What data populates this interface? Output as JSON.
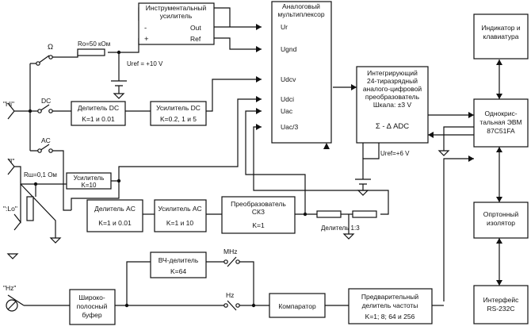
{
  "blocks": {
    "instr_amp": {
      "title1": "Инструментальный",
      "title2": "усилитель",
      "minus": "-",
      "plus": "+",
      "out": "Out",
      "ref": "Ref"
    },
    "mux": {
      "title1": "Аналоговый",
      "title2": "мультиплексор",
      "inputs": [
        "Ur",
        "Ugnd",
        "Udcv",
        "Udci",
        "Uac",
        "Uac/3"
      ]
    },
    "adc": {
      "lines": [
        "Интегрирующий",
        "24-тиразрядный",
        "аналого-цифровой",
        "преобразователь",
        "Шкала: ±3 V"
      ],
      "sigma": "Σ - Δ ADC"
    },
    "indicator": {
      "line1": "Индикатор и",
      "line2": "клавиатура"
    },
    "mcu": {
      "line1": "Однокрис-",
      "line2": "тальная ЭВМ",
      "line3": "87C51FA"
    },
    "opto": {
      "line1": "Опртонный",
      "line2": "изолятор"
    },
    "iface": {
      "line1": "Интерфейс",
      "line2": "RS-232C"
    },
    "div_dc": {
      "title": "Делитель DC",
      "value": "K=1 и 0.01"
    },
    "amp_dc": {
      "title": "Усилитель DC",
      "value": "K=0.2, 1 и 5"
    },
    "amp_i": {
      "title": "Усилитель",
      "value": "K=10"
    },
    "div_ac": {
      "title": "Делитель AC",
      "value": "K=1 и 0.01"
    },
    "amp_ac": {
      "title": "Усилитель AC",
      "value": "K=1  и  10"
    },
    "rms": {
      "title1": "Преобразователь",
      "title2": "СКЗ",
      "value": "K=1"
    },
    "hf_div": {
      "title": "ВЧ-делитель",
      "value": "K=64"
    },
    "buffer": {
      "line1": "Широко-",
      "line2": "полосный",
      "line3": "буфер"
    },
    "comparator": {
      "title": "Компаратор"
    },
    "prediv": {
      "line1": "Предварительный",
      "line2": "делитель частоты",
      "value": "K=1; 8; 64 и 256"
    }
  },
  "labels": {
    "hi": "\"Hi\"",
    "i": "\"I\"",
    "lo": "\":Lo\"",
    "hz": "\"Hz\"",
    "ohm": "Ω",
    "dc": "DC",
    "ac": "AC",
    "ro": "Ro=50 кОм",
    "uref10": "Uref = +10 V",
    "rsh": "Rш=0,1 Ом",
    "div13": "Делитель 1:3",
    "uref6": "Uref=+6 V",
    "mhz": "MHz",
    "hz_sw": "Hz"
  }
}
